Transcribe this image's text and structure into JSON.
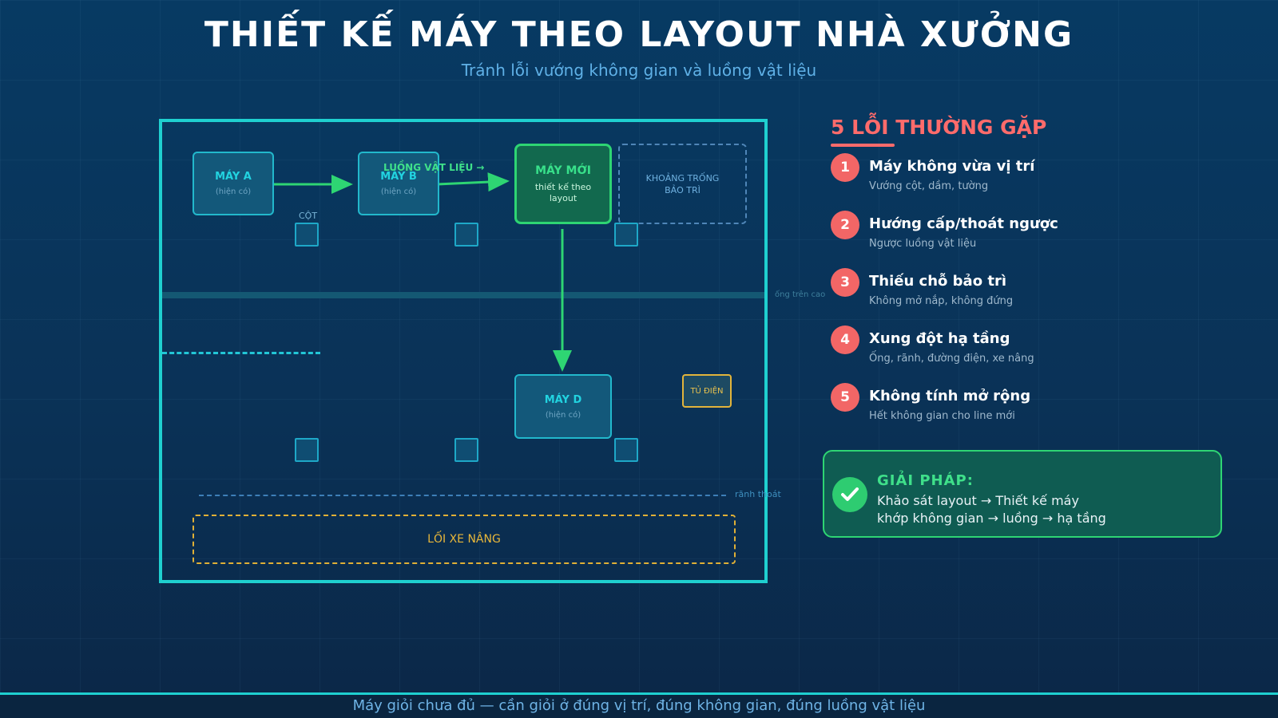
{
  "header": {
    "title": "THIẾT KẾ MÁY THEO LAYOUT NHÀ XƯỞNG",
    "subtitle": "Tránh lỗi vướng không gian và luồng vật liệu"
  },
  "plan": {
    "machines": {
      "a": {
        "name": "MÁY A",
        "note": "(hiện có)"
      },
      "b": {
        "name": "MÁY B",
        "note": "(hiện có)"
      },
      "new": {
        "name": "MÁY MỚI",
        "note": "thiết kế theo layout"
      },
      "d": {
        "name": "MÁY D",
        "note": "(hiện có)"
      }
    },
    "maintenance_space": "KHOẢNG TRỐNG BẢO TRÌ",
    "column_label": "CỘT",
    "flow_label": "LUỒNG VẬT LIỆU →",
    "pipe_label": "ống trên cao",
    "drain_label": "rãnh thoát",
    "cabinet_label": "TỦ ĐIỆN",
    "forklift_label": "LỐI XE NÂNG"
  },
  "errors": {
    "title": "5 LỖI THƯỜNG GẶP",
    "items": [
      {
        "num": "1",
        "title": "Máy không vừa vị trí",
        "desc": "Vướng cột, dầm, tường"
      },
      {
        "num": "2",
        "title": "Hướng cấp/thoát ngược",
        "desc": "Ngược luồng vật liệu"
      },
      {
        "num": "3",
        "title": "Thiếu chỗ bảo trì",
        "desc": "Không mở nắp, không đứng"
      },
      {
        "num": "4",
        "title": "Xung đột hạ tầng",
        "desc": "Ống, rãnh, đường điện, xe nâng"
      },
      {
        "num": "5",
        "title": "Không tính mở rộng",
        "desc": "Hết không gian cho line mới"
      }
    ]
  },
  "solution": {
    "title": "GIẢI PHÁP:",
    "line1": "Khảo sát layout → Thiết kế máy",
    "line2": "khớp không gian → luồng → hạ tầng"
  },
  "footer": {
    "text": "Máy giỏi chưa đủ — cần giỏi ở đúng vị trí, đúng không gian, đúng luồng vật liệu"
  },
  "colors": {
    "accent_cyan": "#1fd0d0",
    "accent_green": "#2ed573",
    "accent_red": "#f26666",
    "accent_amber": "#e0b036"
  }
}
